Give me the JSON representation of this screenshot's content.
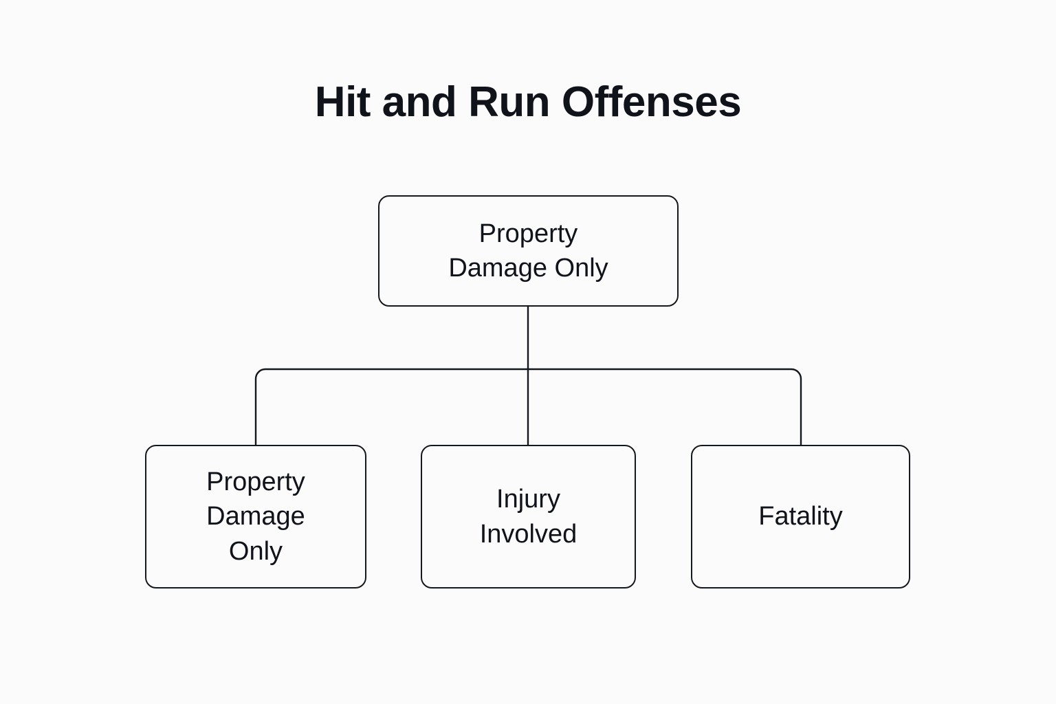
{
  "page": {
    "title": "Hit and Run Offenses",
    "background_color": "#fbfbfb",
    "text_color": "#10131a",
    "line_color": "#14171c"
  },
  "chart_data": {
    "type": "diagram",
    "diagram_type": "hierarchy-tree",
    "title": "Hit and Run Offenses",
    "orientation": "top-down",
    "nodes": [
      {
        "id": "root",
        "label": "Property\nDamage Only",
        "level": 0,
        "shape": "rounded-rectangle"
      },
      {
        "id": "child-0",
        "label": "Property\nDamage\nOnly",
        "level": 1,
        "shape": "rounded-rectangle"
      },
      {
        "id": "child-1",
        "label": "Injury\nInvolved",
        "level": 1,
        "shape": "rounded-rectangle"
      },
      {
        "id": "child-2",
        "label": "Fatality",
        "level": 1,
        "shape": "rounded-rectangle"
      }
    ],
    "edges": [
      {
        "from": "root",
        "to": "child-0",
        "style": "orthogonal-elbow"
      },
      {
        "from": "root",
        "to": "child-1",
        "style": "straight-vertical"
      },
      {
        "from": "root",
        "to": "child-2",
        "style": "orthogonal-elbow"
      }
    ]
  },
  "nodes": {
    "root": {
      "label": "Property\nDamage Only"
    },
    "child_0": {
      "label": "Property\nDamage\nOnly"
    },
    "child_1": {
      "label": "Injury\nInvolved"
    },
    "child_2": {
      "label": "Fatality"
    }
  }
}
